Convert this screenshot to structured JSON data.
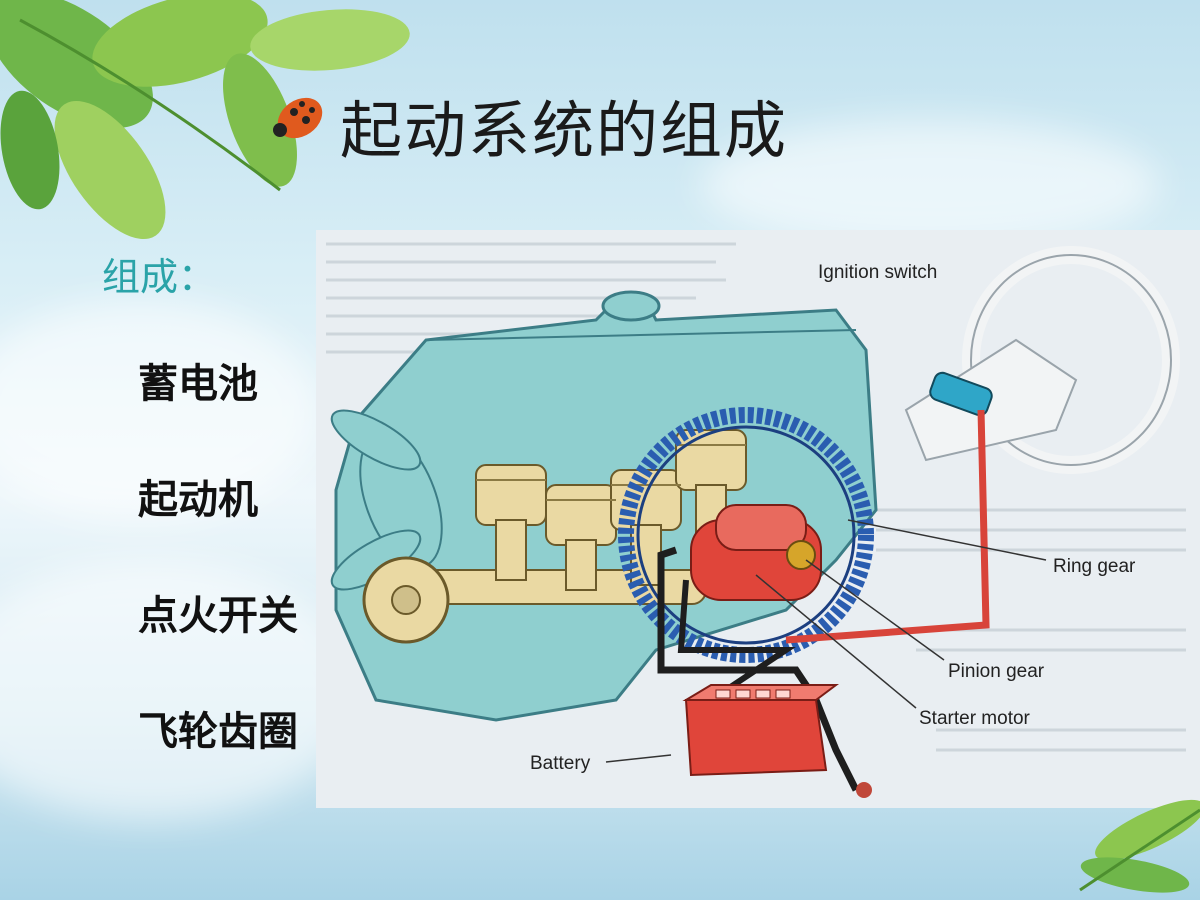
{
  "slide": {
    "title": "起动系统的组成",
    "subhead": "组成：",
    "components": [
      "蓄电池",
      "起动机",
      "点火开关",
      "飞轮齿圈"
    ]
  },
  "figure": {
    "labels": {
      "ignition_switch": "Ignition switch",
      "ring_gear": "Ring gear",
      "pinion_gear": "Pinion gear",
      "starter_motor": "Starter motor",
      "battery": "Battery"
    }
  },
  "colors": {
    "title": "#1a1a1a",
    "subhead": "#2aa3a8",
    "engine_block": "#8fcfcf",
    "ring_gear": "#2a5db0",
    "starter_motor": "#e0453a",
    "battery": "#e0453a",
    "cable_positive": "#d8443a",
    "cable_negative": "#1e1e1e",
    "piston": "#ead9a3"
  },
  "icons": [
    "leaf-decoration",
    "ladybug-icon"
  ]
}
